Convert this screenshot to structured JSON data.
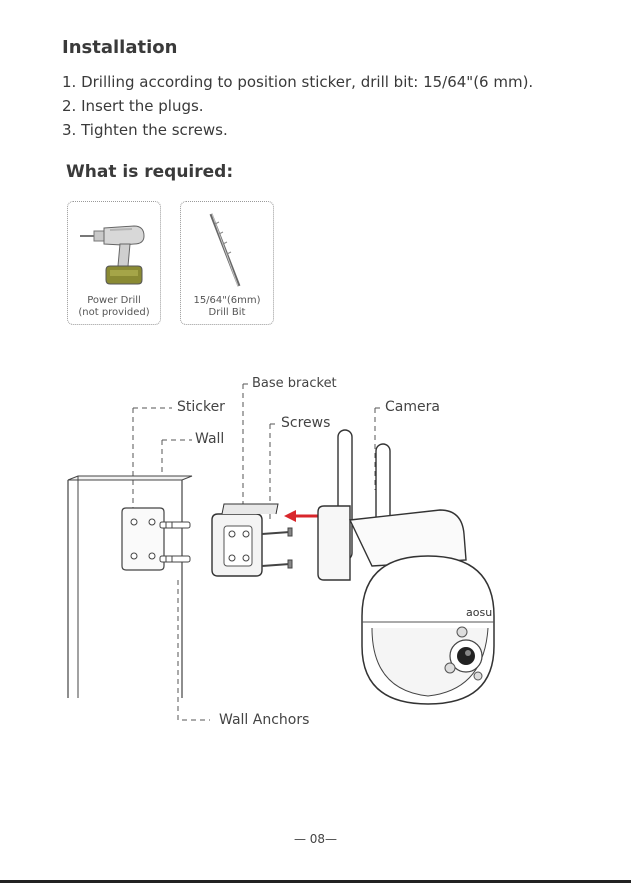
{
  "heading": "Installation",
  "steps": [
    "1. Drilling according to position sticker, drill bit: 15/64\"(6 mm).",
    "2. Insert the plugs.",
    "3. Tighten the screws."
  ],
  "required_heading": "What is required:",
  "tools": [
    {
      "line1": "Power Drill",
      "line2": "(not provided)",
      "icon": "power-drill-icon"
    },
    {
      "line1": "15/64\"(6mm)",
      "line2": "Drill Bit",
      "icon": "drill-bit-icon"
    }
  ],
  "diagram": {
    "base_bracket": "Base bracket",
    "sticker": "Sticker",
    "screws": "Screws",
    "camera": "Camera",
    "wall": "Wall",
    "wall_anchors": "Wall Anchors",
    "brand": "aosu",
    "accent_color": "#d9262b"
  },
  "page_number": "— 08—"
}
